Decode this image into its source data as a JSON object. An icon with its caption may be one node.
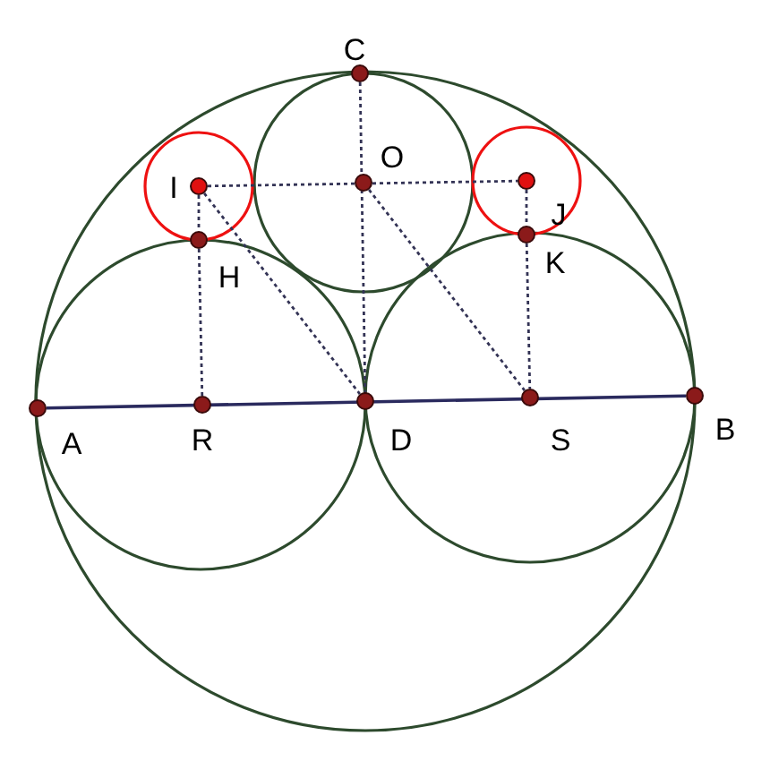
{
  "diagram": {
    "nodes": [
      {
        "text": [],
        "shape": "circle",
        "beside": [
          "C"
        ]
      },
      {
        "text": [],
        "shape": "circle",
        "beside": [
          "O"
        ]
      },
      {
        "text": [],
        "shape": "circle",
        "beside": [
          "I"
        ]
      },
      {
        "text": [],
        "shape": "circle",
        "beside": [
          "J"
        ]
      },
      {
        "text": [],
        "shape": "circle",
        "beside": [
          "H"
        ]
      },
      {
        "text": [],
        "shape": "circle",
        "beside": [
          "K"
        ]
      },
      {
        "text": [],
        "shape": "circle",
        "beside": [
          "A"
        ]
      },
      {
        "text": [],
        "shape": "circle",
        "beside": [
          "R"
        ]
      },
      {
        "text": [],
        "shape": "circle",
        "beside": [
          "D"
        ]
      },
      {
        "text": [],
        "shape": "circle",
        "beside": [
          "S"
        ]
      },
      {
        "text": [],
        "shape": "circle",
        "beside": [
          "B"
        ]
      }
    ],
    "edges": [
      {
        "from": 0,
        "to": 8,
        "arrow": "none",
        "style": "dashed"
      },
      {
        "from": 2,
        "to": 3,
        "arrow": "none",
        "style": "dashed"
      },
      {
        "from": 2,
        "to": 4,
        "arrow": "none",
        "style": "dashed"
      },
      {
        "from": 4,
        "to": 7,
        "arrow": "none",
        "style": "dashed"
      },
      {
        "from": 3,
        "to": 5,
        "arrow": "none",
        "style": "dashed"
      },
      {
        "from": 5,
        "to": 9,
        "arrow": "none",
        "style": "dashed"
      },
      {
        "from": 2,
        "to": 8,
        "arrow": "none",
        "style": "dashed"
      },
      {
        "from": 1,
        "to": 9,
        "arrow": "none",
        "style": "dashed"
      },
      {
        "from": 6,
        "to": 10,
        "arrow": "none"
      }
    ]
  }
}
